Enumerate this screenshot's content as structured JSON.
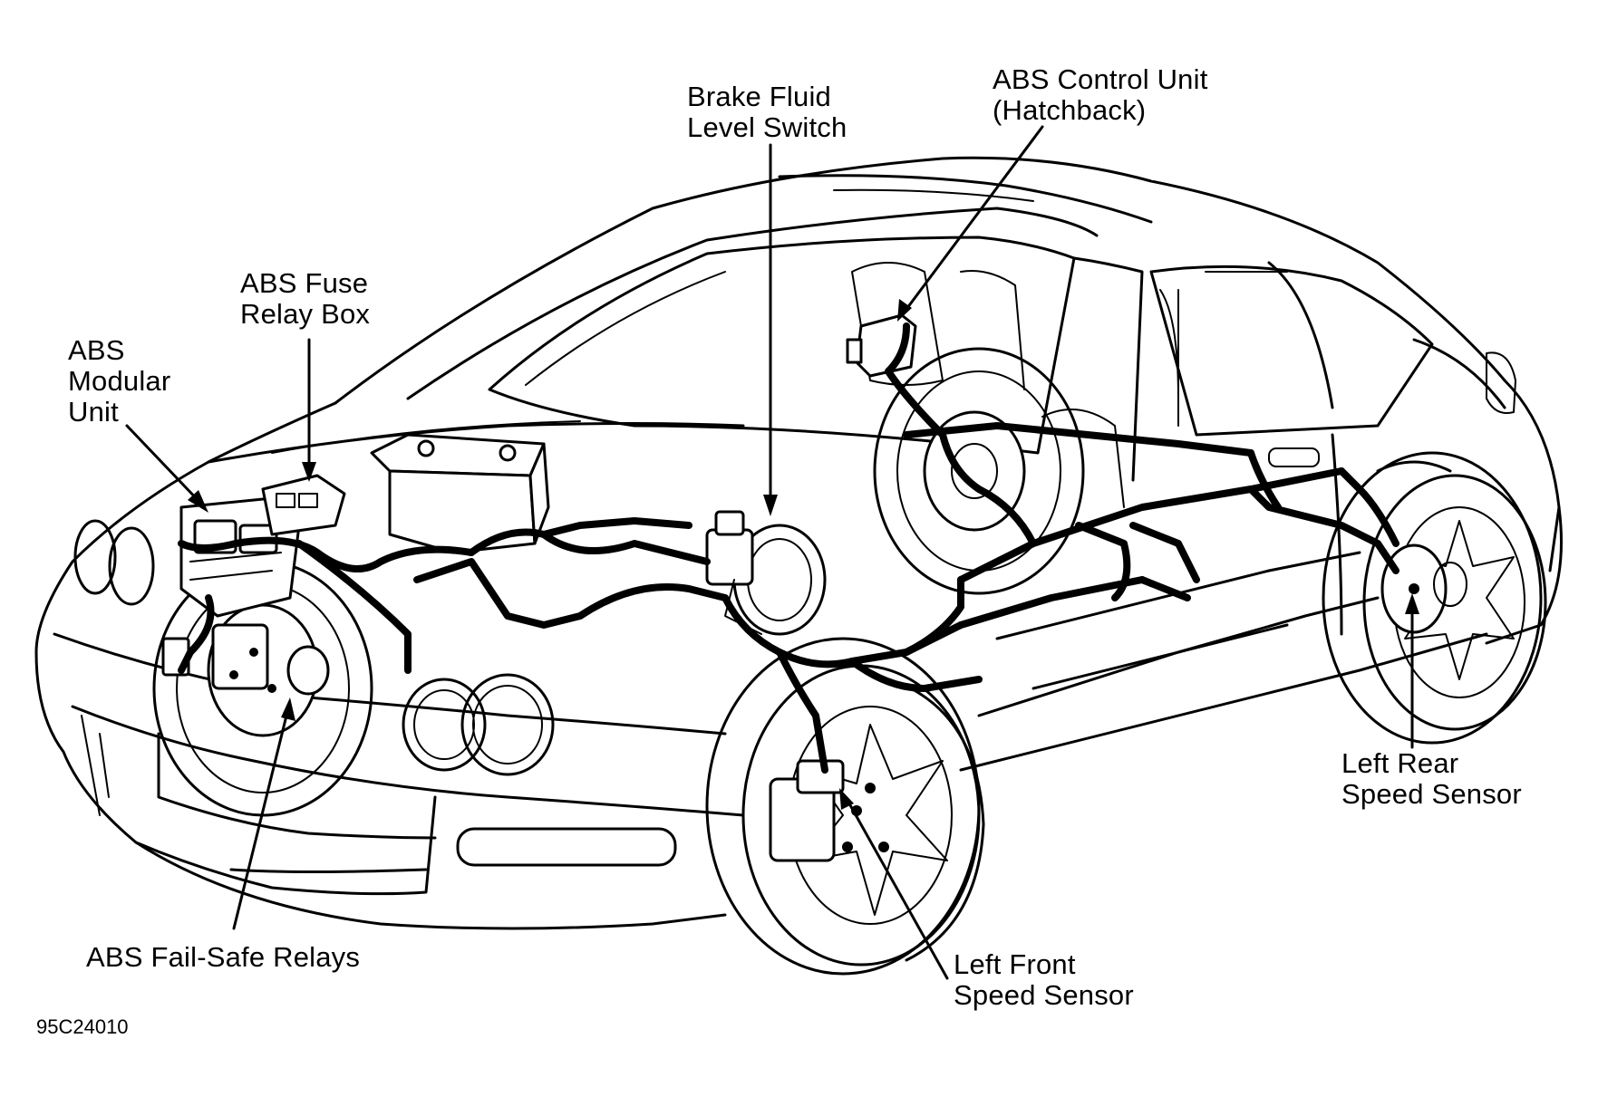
{
  "figure_code": "95C24010",
  "callouts": {
    "abs_fuse_relay_box": "ABS Fuse\nRelay Box",
    "abs_modular_unit": "ABS\nModular\nUnit",
    "brake_fluid_level_switch": "Brake Fluid\nLevel Switch",
    "abs_control_unit": "ABS Control Unit\n(Hatchback)",
    "abs_fail_safe_relays": "ABS Fail-Safe Relays",
    "left_front_speed_sensor": "Left Front\nSpeed Sensor",
    "left_rear_speed_sensor": "Left Rear\nSpeed Sensor"
  },
  "colors": {
    "ink": "#000000",
    "paper": "#ffffff"
  }
}
